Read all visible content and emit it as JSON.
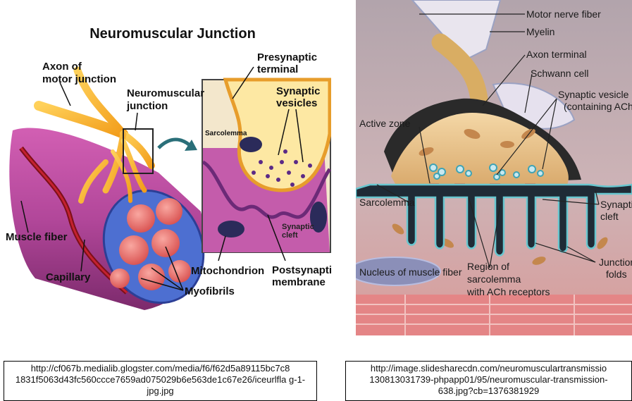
{
  "left_figure": {
    "title": "Neuromuscular Junction",
    "labels": {
      "axon": [
        "Axon of",
        "motor junction"
      ],
      "nmj": [
        "Neuromuscular",
        "junction"
      ],
      "presynaptic": [
        "Presynaptic",
        "terminal"
      ],
      "synaptic_vesicles": [
        "Synaptic",
        "vesicles"
      ],
      "sarcolemma": "Sarcolemma",
      "synaptic_cleft": [
        "Synaptic",
        "cleft"
      ],
      "muscle_fiber": "Muscle fiber",
      "capillary": "Capillary",
      "mitochondrion": "Mitochondrion",
      "postsynaptic": [
        "Postsynaptic",
        "membrane"
      ],
      "myofibrils": "Myofibrils"
    }
  },
  "right_figure": {
    "labels": {
      "motor_nerve_fiber": "Motor nerve fiber",
      "myelin": "Myelin",
      "axon_terminal": "Axon terminal",
      "schwann_cell": "Schwann cell",
      "synaptic_vesicles": [
        "Synaptic vesicle",
        "(containing ACh"
      ],
      "active_zone": "Active zone",
      "sarcolemma": "Sarcolemma",
      "synaptic_cleft": [
        "Synapti",
        "cleft"
      ],
      "nucleus": "Nucleus of muscle fiber",
      "region": [
        "Region of",
        "sarcolemma",
        "with ACh receptors"
      ],
      "junctional_folds": [
        "Junction",
        "folds"
      ]
    }
  },
  "captions": {
    "left": "http://cf067b.medialib.glogster.com/media/f6/f62d5a89115bc7c8 1831f5063d43fc560ccce7659ad075029b6e563de1c67e26/iceurlfla g-1-jpg.jpg",
    "right_lines": [
      "http://image.slidesharecdn.com/neuromusculartransmissio",
      "130813031739-phpapp01/95/neuromuscular-transmission-",
      "638.jpg?cb=1376381929"
    ]
  }
}
